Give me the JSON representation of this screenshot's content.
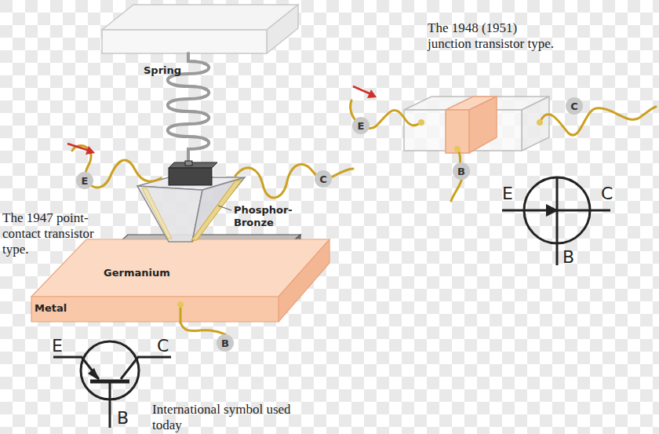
{
  "diagram": {
    "nodes": [
      {
        "text": [
          "E"
        ]
      },
      {
        "text": [
          "C"
        ]
      },
      {
        "text": [
          "Germanium"
        ]
      },
      {
        "text": [
          "Metal"
        ]
      },
      {
        "text": [
          "B"
        ]
      },
      {
        "text": [
          "E"
        ]
      },
      {
        "text": [
          "B"
        ]
      },
      {
        "text": [
          "C"
        ]
      }
    ],
    "edges": [
      {
        "from": 3,
        "to": 4,
        "arrow": "none"
      }
    ],
    "labels": [
      "Spring",
      "Phosphor-Bronze",
      "The 1947 point-contact transistor type.",
      "The 1948 (1951) junction transistor type.",
      "E",
      "C",
      "B",
      "E",
      "C",
      "B",
      "International symbol used today"
    ]
  }
}
